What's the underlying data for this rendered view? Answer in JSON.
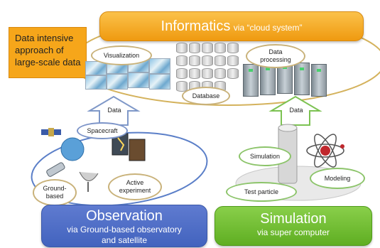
{
  "informatics": {
    "title": "Informatics",
    "subtitle": "via “cloud system”"
  },
  "callout": {
    "line1": "Data intensive",
    "line2": "approach of",
    "line3": "large-scale data"
  },
  "cloud_labels": {
    "visualization": "Visualization",
    "database": "Database",
    "data_processing_1": "Data",
    "data_processing_2": "processing"
  },
  "arrows": {
    "left": "Data",
    "right": "Data"
  },
  "observation": {
    "title": "Observation",
    "subtitle_1": "via Ground-based observatory",
    "subtitle_2": "and satellite",
    "labels": {
      "spacecraft": "Spacecraft",
      "ground_1": "Ground-",
      "ground_2": "based",
      "active_1": "Active",
      "active_2": "experiment"
    }
  },
  "simulation": {
    "title": "Simulation",
    "subtitle": "via super computer",
    "labels": {
      "simulation": "Simulation",
      "modeling": "Modeling",
      "test_particle": "Test particle"
    }
  },
  "colors": {
    "informatics": "#f5a623",
    "observation": "#4a6cc4",
    "simulation": "#6dbb2f"
  }
}
